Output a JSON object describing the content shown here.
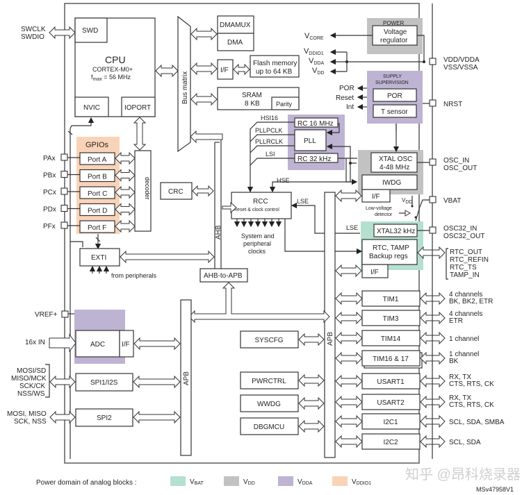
{
  "colors": {
    "vbat": "#b5e0cf",
    "vdd": "#c2c2c2",
    "vdda": "#bfb3d3",
    "vddio1": "#f9d3b8"
  },
  "cpu": {
    "title": "CPU",
    "core": "CORTEX-M0+",
    "fmax": "f",
    "fmax_sub": "max",
    "fmax_val": " = 56 MHz",
    "swd": "SWD",
    "nvic": "NVIC",
    "ioport": "IOPORT"
  },
  "debug_pins": {
    "line1": "SWCLK",
    "line2": "SWDIO"
  },
  "bus": {
    "matrix": "Bus matrix",
    "ahb": "AHB",
    "apb_left": "APB",
    "apb_right": "APB",
    "ahb_to_apb": "AHB-to-APB"
  },
  "memory": {
    "dmamux": "DMAMUX",
    "dma": "DMA",
    "flash_if": "I/F",
    "flash_line1": "Flash memory",
    "flash_line2": "up to 64 KB",
    "sram_line1": "SRAM",
    "sram_line2": "8 KB",
    "parity": "Parity"
  },
  "power": {
    "title": "POWER",
    "reg_line1": "Voltage",
    "reg_line2": "regulator",
    "vcore": "V",
    "vcore_sub": "CORE",
    "vddio1": "V",
    "vddio1_sub": "DDIO1",
    "vdda": "V",
    "vdda_sub": "DDA",
    "vdd": "V",
    "vdd_sub": "DD",
    "pin_line1": "VDD/VDDA",
    "pin_line2": "VSS/VSSA"
  },
  "supervision": {
    "title1": "SUPPLY",
    "title2": "SUPERVISION",
    "por": "POR",
    "tsensor": "T sensor",
    "out_por": "POR",
    "out_reset": "Reset",
    "out_int": "Int",
    "pin": "NRST"
  },
  "clocks": {
    "hsi16": "HSI16",
    "pllpclk": "PLLPCLK",
    "pllrclk": "PLLRCLK",
    "lsi": "LSI",
    "hse": "HSE",
    "lse1": "LSE",
    "lse2": "LSE",
    "rc16": "RC 16 MHz",
    "pll": "PLL",
    "rc32": "RC 32 kHz",
    "rcc_title": "RCC",
    "rcc_sub": "Reset & clock control",
    "out_line1": "System and",
    "out_line2": "peripheral",
    "out_line3": "clocks",
    "xtal_line1": "XTAL OSC",
    "xtal_line2": "4-48 MHz",
    "osc_pin1": "OSC_IN",
    "osc_pin2": "OSC_OUT"
  },
  "backup": {
    "iwdg": "IWDG",
    "iwdg_if": "I/F",
    "vdd": "V",
    "vdd_sub": "DD",
    "lvd_line1": "Low-voltage",
    "lvd_line2": "detector",
    "vbat_pin": "VBAT",
    "xtal32": "XTAL32 kHz",
    "osc32_1": "OSC32_IN",
    "osc32_2": "OSC32_OUT",
    "rtc_line1": "RTC, TAMP",
    "rtc_line2": "Backup regs",
    "rtc_if": "I/F",
    "rtc_pins": [
      "RTC_OUT",
      "RTC_REFIN",
      "RTC_TS",
      "TAMP_IN"
    ]
  },
  "gpio": {
    "title": "GPIOs",
    "decoder": "decoder",
    "ports": [
      {
        "pin": "PAx",
        "label": "Port A"
      },
      {
        "pin": "PBx",
        "label": "Port B"
      },
      {
        "pin": "PCx",
        "label": "Port C"
      },
      {
        "pin": "PDx",
        "label": "Port D"
      },
      {
        "pin": "PFx",
        "label": "Port F"
      }
    ],
    "exti": "EXTI",
    "from_periph": "from peripherals",
    "crc": "CRC"
  },
  "analog": {
    "vref": "VREF+",
    "in": "16x IN",
    "adc": "ADC",
    "adc_if": "I/F"
  },
  "spi": {
    "spi1": "SPI1/I2S",
    "spi1_pins": [
      "MOSI/SD",
      "MISO/MCK",
      "SCK/CK",
      "NSS/WS"
    ],
    "spi2": "SPI2",
    "spi2_pins": [
      "MOSI, MISO",
      "SCK, NSS"
    ]
  },
  "apb_left_periphs": [
    "SYSCFG",
    "PWRCTRL",
    "WWDG",
    "DBGMCU"
  ],
  "apb_right_periphs": [
    {
      "name": "TIM1",
      "pins": [
        "4 channels",
        "BK, BK2, ETR"
      ]
    },
    {
      "name": "TIM3",
      "pins": [
        "4 channels",
        "ETR"
      ]
    },
    {
      "name": "TIM14",
      "pins": [
        "1 channel"
      ]
    },
    {
      "name": "TIM16 & 17",
      "pins": [
        "1 channel",
        "BK"
      ]
    },
    {
      "name": "USART1",
      "pins": [
        "RX, TX",
        "CTS, RTS, CK"
      ]
    },
    {
      "name": "USART2",
      "pins": [
        "RX, TX",
        "CTS, RTS, CK"
      ]
    },
    {
      "name": "I2C1",
      "pins": [
        "SCL, SDA, SMBA"
      ]
    },
    {
      "name": "I2C2",
      "pins": [
        "SCL, SDA"
      ]
    }
  ],
  "legend": {
    "title": "Power domain of analog blocks :",
    "items": [
      {
        "label": "V",
        "sub": "BAT"
      },
      {
        "label": "V",
        "sub": "DD"
      },
      {
        "label": "V",
        "sub": "DDA"
      },
      {
        "label": "V",
        "sub": "DDIO1"
      }
    ]
  },
  "watermark": "知乎 @昂科烧录器",
  "figure_id": "MSv47958V1"
}
